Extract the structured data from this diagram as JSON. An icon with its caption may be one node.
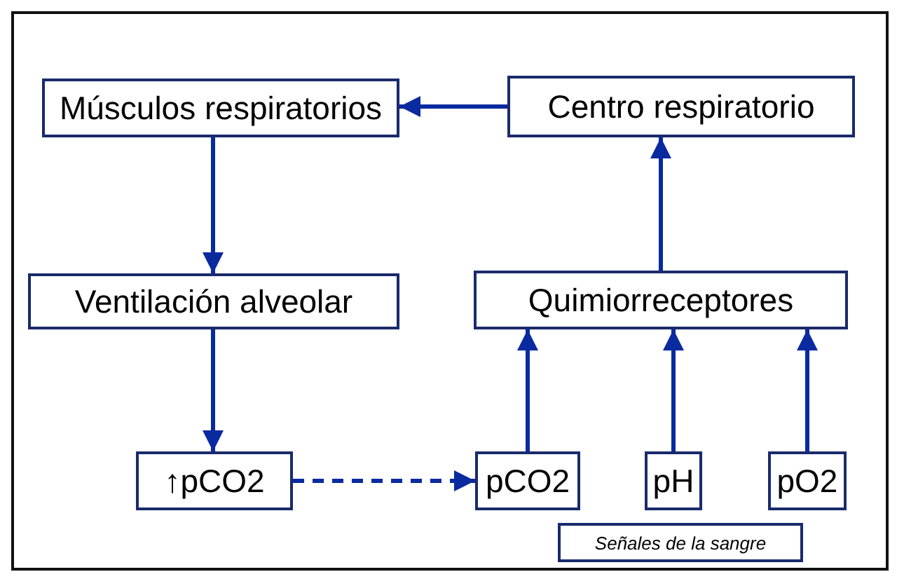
{
  "diagram": {
    "nodes": [
      {
        "text": [
          "Músculos respiratorios"
        ]
      },
      {
        "text": [
          "Centro respiratorio"
        ]
      },
      {
        "text": [
          "Ventilación alveolar"
        ]
      },
      {
        "text": [
          "Quimiorreceptores"
        ]
      },
      {
        "text": [
          "↑pCO2"
        ]
      },
      {
        "text": [
          "pCO2"
        ]
      },
      {
        "text": [
          "pH"
        ]
      },
      {
        "text": [
          "pO2"
        ]
      },
      {
        "text": [
          "Señales de la sangre"
        ]
      }
    ],
    "edges": [
      {
        "from": 1,
        "to": 0,
        "arrow": "to"
      },
      {
        "from": 0,
        "to": 2,
        "arrow": "to"
      },
      {
        "from": 2,
        "to": 4,
        "arrow": "to"
      },
      {
        "from": 4,
        "to": 5,
        "arrow": "to",
        "style": "dashed"
      },
      {
        "from": 5,
        "to": 3,
        "arrow": "to"
      },
      {
        "from": 6,
        "to": 3,
        "arrow": "to"
      },
      {
        "from": 7,
        "to": 3,
        "arrow": "to"
      },
      {
        "from": 3,
        "to": 1,
        "arrow": "to"
      }
    ]
  }
}
